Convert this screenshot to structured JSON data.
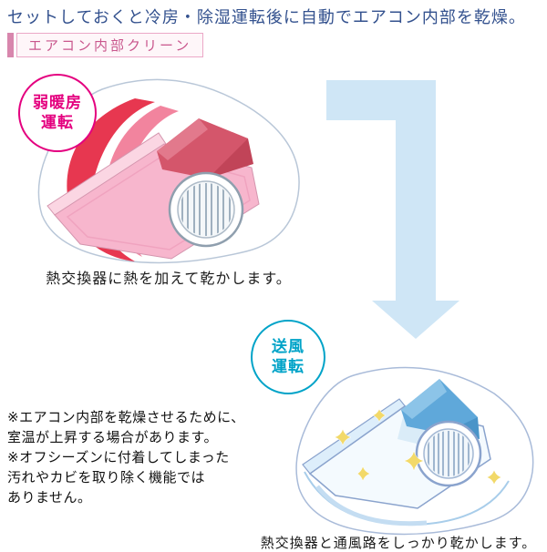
{
  "page": {
    "intro_text": "セットしておくと冷房・除湿運転後に自動でエアコン内部を乾燥。",
    "section_title": "エアコン内部クリーン"
  },
  "step_heating": {
    "badge_line1": "弱暖房",
    "badge_line2": "運転",
    "caption": "熱交換器に熱を加えて乾かします。"
  },
  "step_fan": {
    "badge_line1": "送風",
    "badge_line2": "運転",
    "caption": "熱交換器と通風路をしっかり乾かします。"
  },
  "notes": {
    "lines": [
      "※エアコン内部を乾燥させるために、",
      "室温が上昇する場合があります。",
      "※オフシーズンに付着してしまった",
      "汚れやカビを取り除く機能では",
      "ありません。"
    ]
  },
  "icons": {
    "flow_arrow": "down-bent-arrow",
    "sparkles": "four-point-star",
    "fan": "circular-fan-grille"
  },
  "colors": {
    "intro_text": "#33518e",
    "section_title_text": "#c9578d",
    "section_title_border": "#eba8c7",
    "section_accent_bar": "#d886ad",
    "heating_badge": "#e4007f",
    "fan_badge": "#00a3c8",
    "arrow_fill": "#cfe6f6",
    "heat_red": "#e73750",
    "body_pink": "#f7b6cd",
    "roof_red": "#d4566b",
    "unit_outline_blue": "#8aa3cd",
    "roof_blue": "#5fa8da",
    "sparkle_yellow": "#f2d969",
    "caption_text": "#1a1a1a"
  }
}
